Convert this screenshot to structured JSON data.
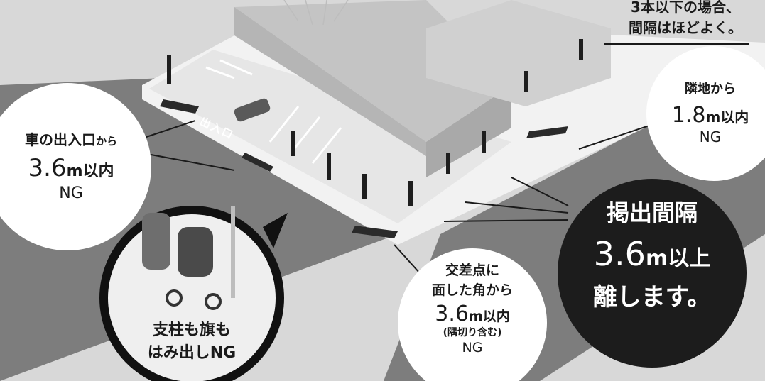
{
  "top_note": {
    "line1": "3本以下の場合、",
    "line2": "間隔はほどよく。"
  },
  "entrance_label": "出入口",
  "callout_car": {
    "line1_main": "車の出入口",
    "line1_suffix": "から",
    "value": "3.6",
    "unit_suffix": "m以内",
    "ng": "NG"
  },
  "callout_neighbor": {
    "line1": "隣地から",
    "value": "1.8",
    "unit_suffix": "m以内",
    "ng": "NG"
  },
  "callout_intersection": {
    "line1": "交差点に",
    "line2": "面した角から",
    "value": "3.6",
    "unit_suffix": "m以内",
    "note": "(隅切り含む)",
    "ng": "NG"
  },
  "callout_interval": {
    "line1": "掲出間隔",
    "value": "3.6",
    "unit_suffix": "m以上",
    "line3": "離します。"
  },
  "callout_pole": {
    "line1": "支柱も旗も",
    "line2": "はみ出しNG"
  },
  "colors": {
    "background": "#d8d8d8",
    "road": "#7d7d7d",
    "sidewalk": "#f2f2f2",
    "building": "#cfcfcf",
    "dark_circle": "#1c1c1c",
    "callout": "#ffffff",
    "flag": "#1e1e1e"
  }
}
